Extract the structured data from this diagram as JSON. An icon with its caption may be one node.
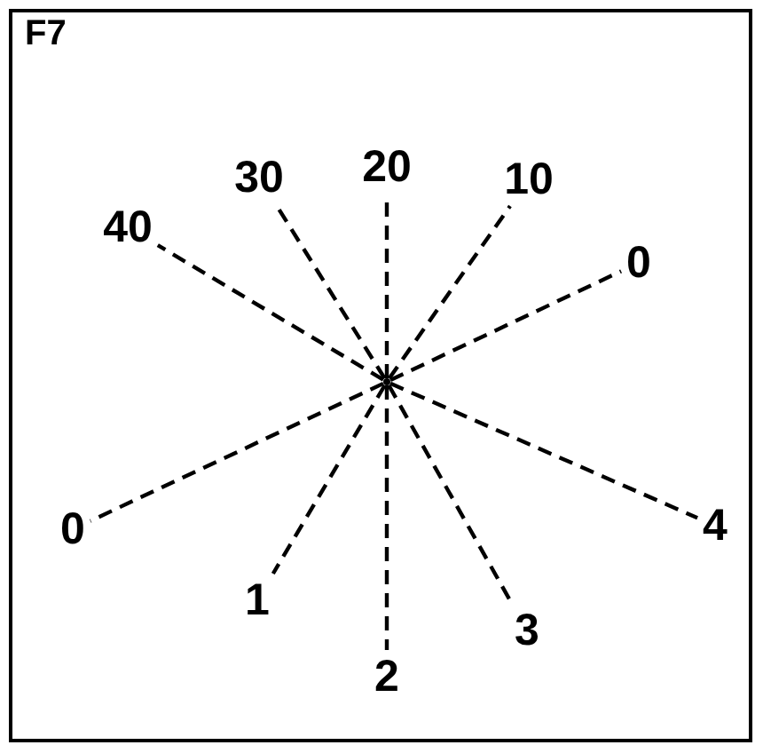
{
  "diagram": {
    "title": "F7",
    "nodes": [
      {
        "text": [
          "30"
        ]
      },
      {
        "text": [
          "20"
        ]
      },
      {
        "text": [
          "10"
        ]
      },
      {
        "text": [
          "40"
        ]
      },
      {
        "text": [
          "0"
        ]
      },
      {
        "text": [],
        "shape": "point"
      },
      {
        "text": [
          "0"
        ]
      },
      {
        "text": [
          "4"
        ]
      },
      {
        "text": [
          "1"
        ]
      },
      {
        "text": [
          "3"
        ]
      },
      {
        "text": [
          "2"
        ]
      }
    ],
    "edges": [
      {
        "from": 5,
        "to": 0,
        "arrow": "none",
        "style": "dashed"
      },
      {
        "from": 5,
        "to": 1,
        "arrow": "none",
        "style": "dashed"
      },
      {
        "from": 5,
        "to": 2,
        "arrow": "none",
        "style": "dashed"
      },
      {
        "from": 5,
        "to": 3,
        "arrow": "none",
        "style": "dashed"
      },
      {
        "from": 5,
        "to": 4,
        "arrow": "none",
        "style": "dashed"
      },
      {
        "from": 5,
        "to": 6,
        "arrow": "none",
        "style": "dashed"
      },
      {
        "from": 5,
        "to": 7,
        "arrow": "none",
        "style": "dashed"
      },
      {
        "from": 5,
        "to": 8,
        "arrow": "none",
        "style": "dashed"
      },
      {
        "from": 5,
        "to": 9,
        "arrow": "none",
        "style": "dashed"
      },
      {
        "from": 5,
        "to": 10,
        "arrow": "none",
        "style": "dashed"
      }
    ]
  }
}
